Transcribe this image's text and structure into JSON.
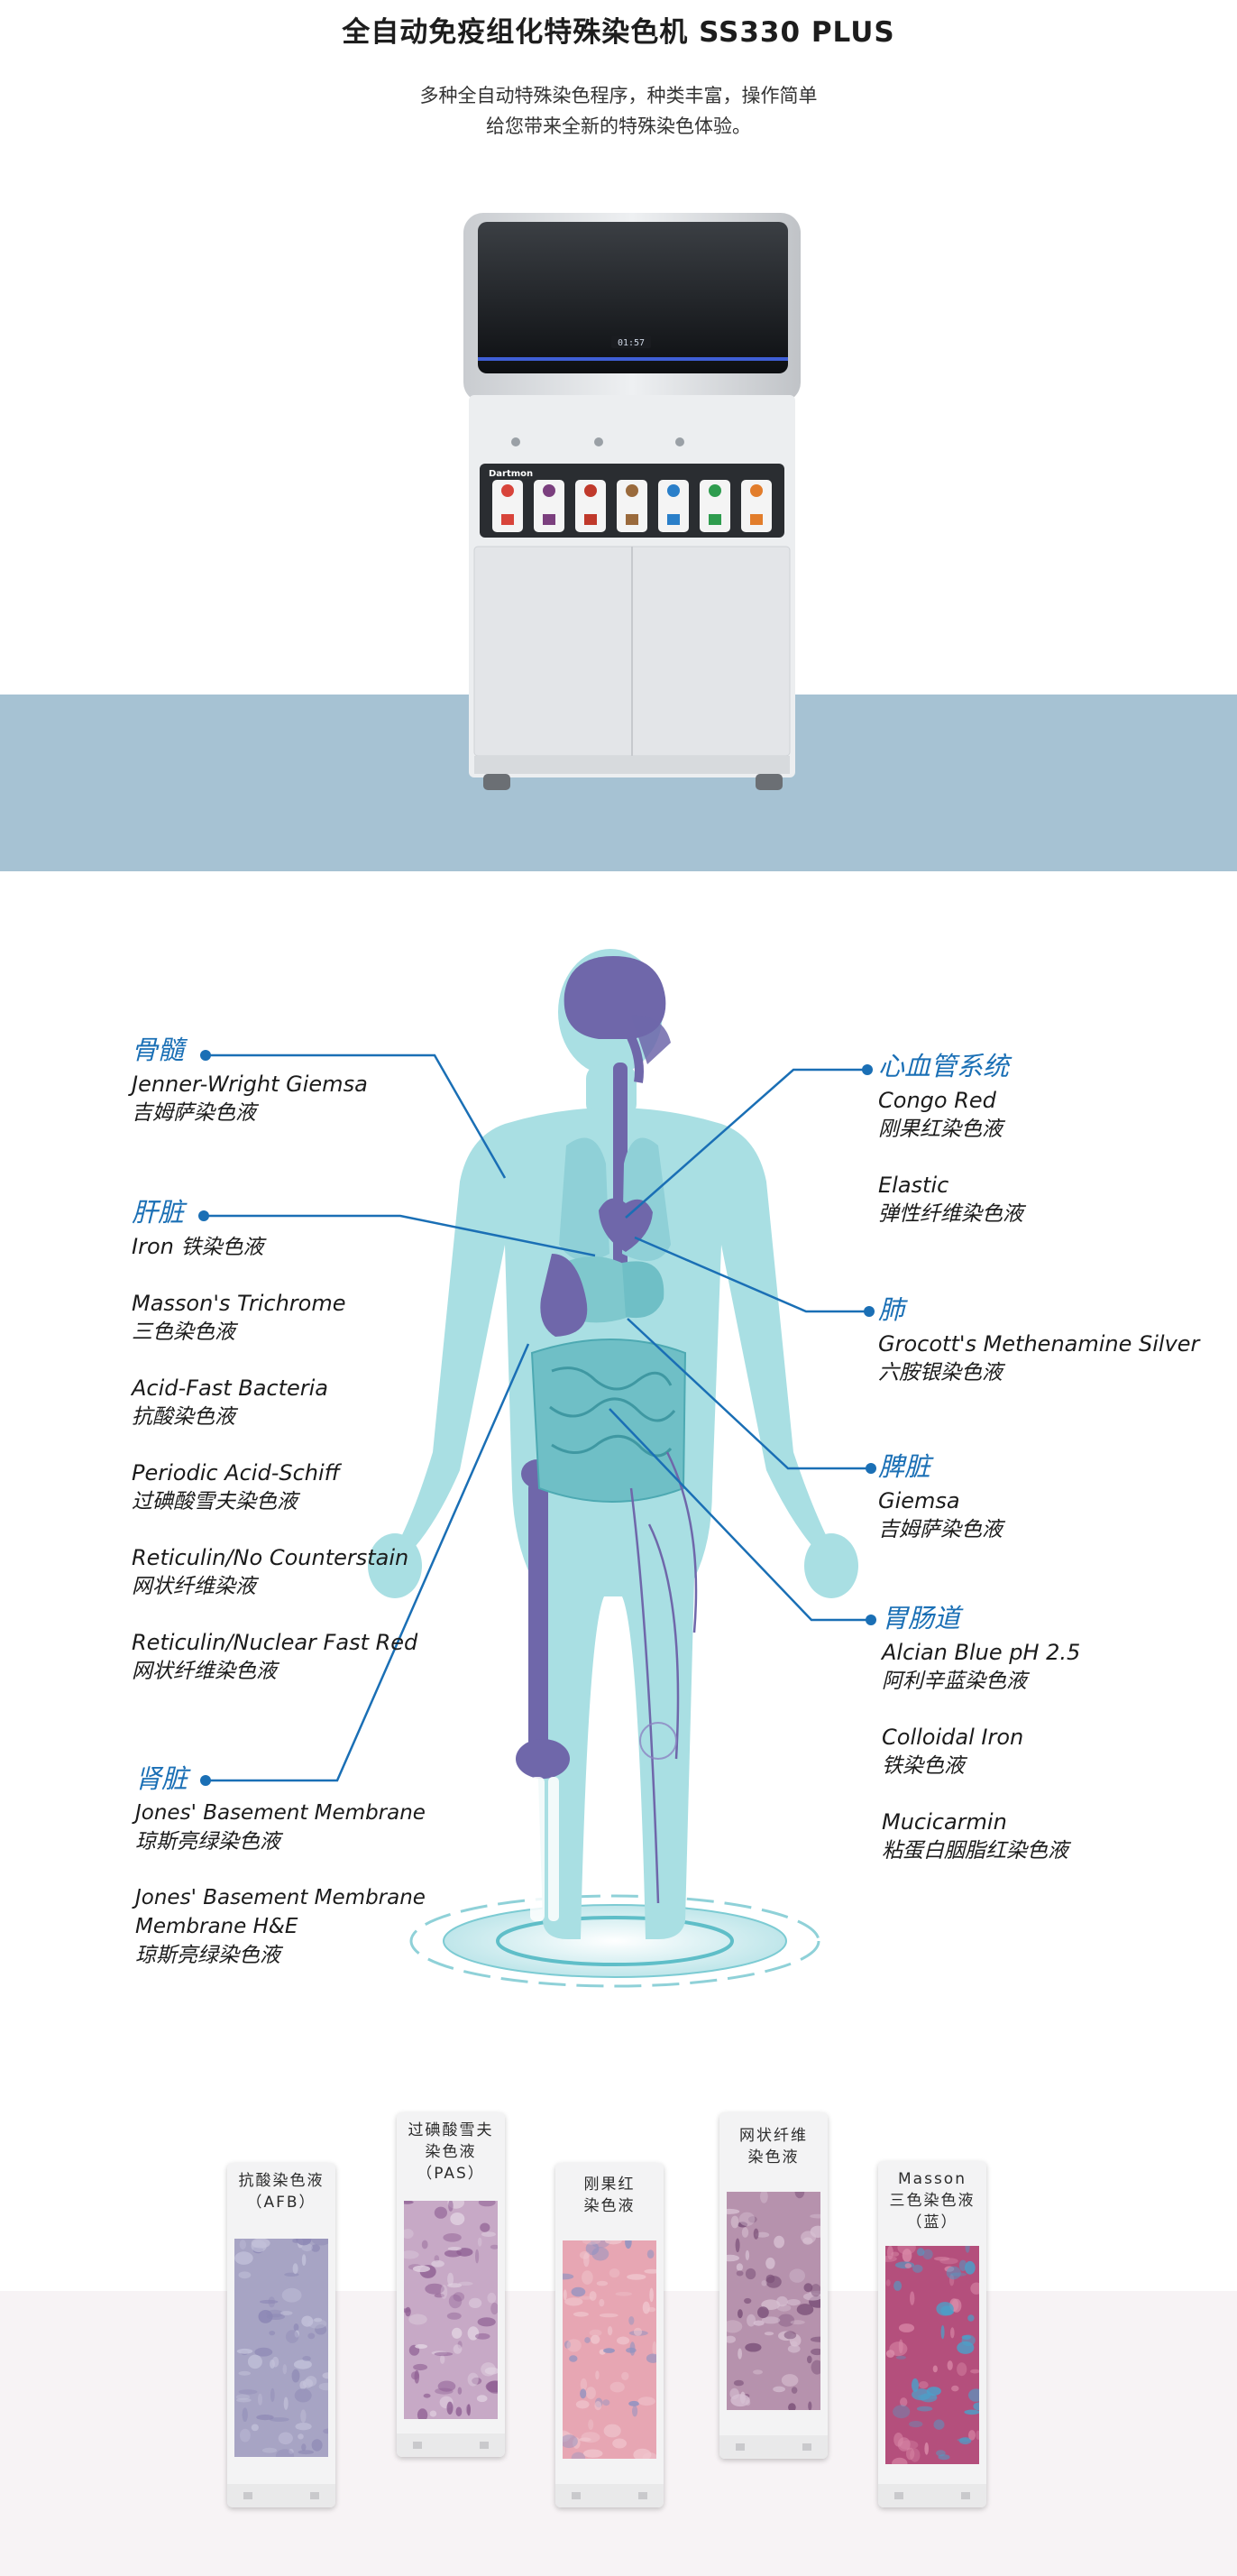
{
  "hero": {
    "title": "全自动免疫组化特殊染色机 SS330 PLUS",
    "subtitle_line1": "多种全自动特殊染色程序，种类丰富，操作简单",
    "subtitle_line2": "给您带来全新的特殊染色体验。",
    "brand": "Dartmon",
    "display_time": "01:57",
    "reagent_colors": [
      "#d8443a",
      "#7b3f7e",
      "#c0392b",
      "#9a6a3c",
      "#2a7fc9",
      "#2e9c4e",
      "#e27d2b"
    ]
  },
  "bodymap": {
    "left": [
      {
        "organ": "骨髓",
        "stains": [
          {
            "en": "Jenner-Wright Giemsa",
            "cn": "吉姆萨染色液"
          }
        ]
      },
      {
        "organ": "肝脏",
        "stains": [
          {
            "en": "Iron",
            "cn": "铁染色液",
            "inline": true
          },
          {
            "en": "Masson's Trichrome",
            "cn": "三色染色液"
          },
          {
            "en": "Acid-Fast Bacteria",
            "cn": "抗酸染色液"
          },
          {
            "en": "Periodic Acid-Schiff",
            "cn": "过碘酸雪夫染色液"
          },
          {
            "en": "Reticulin/No Counterstain",
            "cn": "网状纤维染液"
          },
          {
            "en": "Reticulin/Nuclear Fast Red",
            "cn": "网状纤维染色液"
          }
        ]
      },
      {
        "organ": "肾脏",
        "stains": [
          {
            "en": "Jones' Basement Membrane",
            "cn": "琼斯亮绿染色液"
          },
          {
            "en": "Jones' Basement Membrane",
            "en2": "Membrane H&E",
            "cn": "琼斯亮绿染色液"
          }
        ]
      }
    ],
    "right": [
      {
        "organ": "心血管系统",
        "stains": [
          {
            "en": "Congo Red",
            "cn": "刚果红染色液"
          },
          {
            "en": "Elastic",
            "cn": "弹性纤维染色液"
          }
        ]
      },
      {
        "organ": "肺",
        "stains": [
          {
            "en": "Grocott's Methenamine Silver",
            "cn": "六胺银染色液"
          }
        ]
      },
      {
        "organ": "脾脏",
        "stains": [
          {
            "en": "Giemsa",
            "cn": "吉姆萨染色液"
          }
        ]
      },
      {
        "organ": "胃肠道",
        "stains": [
          {
            "en": "Alcian Blue pH 2.5",
            "cn": "阿利辛蓝染色液"
          },
          {
            "en": "Colloidal Iron",
            "cn": "铁染色液"
          },
          {
            "en": "Mucicarmin",
            "cn": "粘蛋白胭脂红染色液"
          }
        ]
      }
    ],
    "colors": {
      "accent": "#1a6fb5",
      "body": "#a9dfe3",
      "organ": "#6f67aa"
    }
  },
  "slides": [
    {
      "lines": [
        "抗酸染色液",
        "（AFB）"
      ],
      "tissue": [
        "#a7a4c4",
        "#8c87b4",
        "#c4c2da"
      ]
    },
    {
      "lines": [
        "过碘酸雪夫",
        "染色液",
        "（PAS）"
      ],
      "tissue": [
        "#c7a9c6",
        "#8e5f93",
        "#e2d3e2"
      ]
    },
    {
      "lines": [
        "刚果红",
        "染色液"
      ],
      "tissue": [
        "#e7a6b3",
        "#8d92c2",
        "#f0c7cf"
      ]
    },
    {
      "lines": [
        "网状纤维",
        "染色液"
      ],
      "tissue": [
        "#b692ad",
        "#7a5078",
        "#d7c0d2"
      ]
    },
    {
      "lines": [
        "Masson",
        "三色染色液",
        "（蓝）"
      ],
      "tissue": [
        "#b44f7c",
        "#4ba0c9",
        "#d98aa8"
      ]
    }
  ]
}
